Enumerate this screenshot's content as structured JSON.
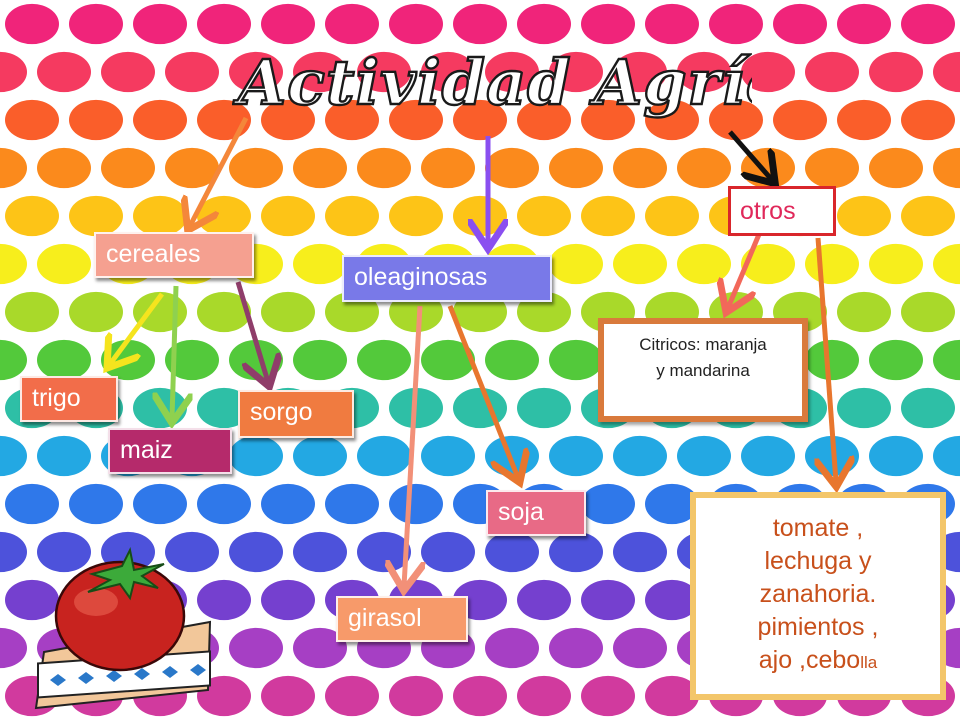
{
  "title": "Actividad Agrícola",
  "colors": {
    "dot_rows": [
      "#f0247a",
      "#f53a60",
      "#fa5e2a",
      "#fb8a1c",
      "#fdc417",
      "#f7ee1c",
      "#a9d92a",
      "#53c93b",
      "#2ebfa6",
      "#23a8e3",
      "#2f78ea",
      "#4d52db",
      "#7540cf",
      "#a63fc4",
      "#d13a9e"
    ]
  },
  "nodes": {
    "cereales": "cereales",
    "oleaginosas": "oleaginosas",
    "otros": "otros",
    "trigo": "trigo",
    "maiz": "maiz",
    "sorgo": "sorgo",
    "soja": "soja",
    "girasol": "girasol",
    "citricos_line1": "Citricos: maranja",
    "citricos_line2": "y mandarina",
    "verduras_line1": "tomate ,",
    "verduras_line2": "lechuga y",
    "verduras_line3": "zanahoria.",
    "verduras_line4": "pimientos ,",
    "verduras_line5a": "ajo ,cebo",
    "verduras_line5b": "lla"
  }
}
